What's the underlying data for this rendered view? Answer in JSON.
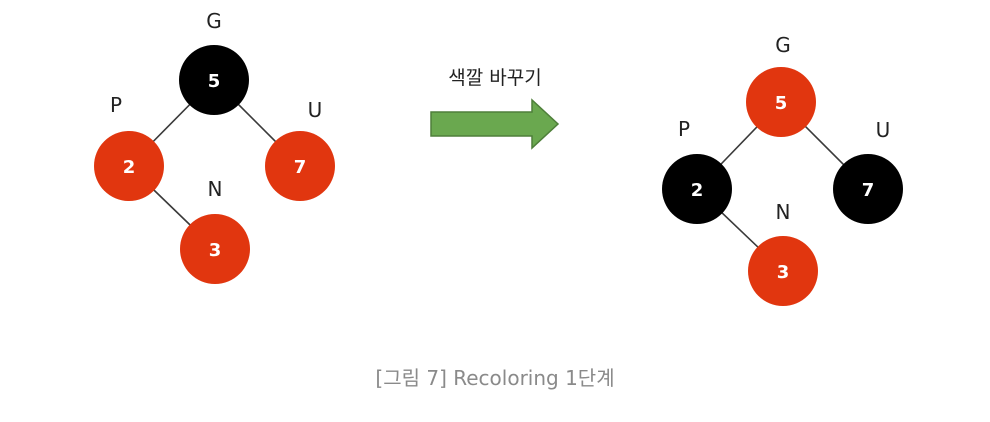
{
  "colors": {
    "red": "#e1360f",
    "black": "#000000",
    "edge": "#3a3a3a",
    "arrow": "#6aa84f",
    "arrow_stroke": "#4e7f3a",
    "caption": "#8a8a8a"
  },
  "arrow_label": "색깔 바꾸기",
  "caption": "[그림 7] Recoloring 1단계",
  "trees": [
    {
      "name": "before",
      "nodes": [
        {
          "id": "G",
          "label": "G",
          "value": "5",
          "color": "black"
        },
        {
          "id": "P",
          "label": "P",
          "value": "2",
          "color": "red"
        },
        {
          "id": "U",
          "label": "U",
          "value": "7",
          "color": "red"
        },
        {
          "id": "N",
          "label": "N",
          "value": "3",
          "color": "red"
        }
      ],
      "edges": [
        [
          "G",
          "P"
        ],
        [
          "G",
          "U"
        ],
        [
          "P",
          "N"
        ]
      ]
    },
    {
      "name": "after",
      "nodes": [
        {
          "id": "G",
          "label": "G",
          "value": "5",
          "color": "red"
        },
        {
          "id": "P",
          "label": "P",
          "value": "2",
          "color": "black"
        },
        {
          "id": "U",
          "label": "U",
          "value": "7",
          "color": "black"
        },
        {
          "id": "N",
          "label": "N",
          "value": "3",
          "color": "red"
        }
      ],
      "edges": [
        [
          "G",
          "P"
        ],
        [
          "G",
          "U"
        ],
        [
          "P",
          "N"
        ]
      ]
    }
  ]
}
